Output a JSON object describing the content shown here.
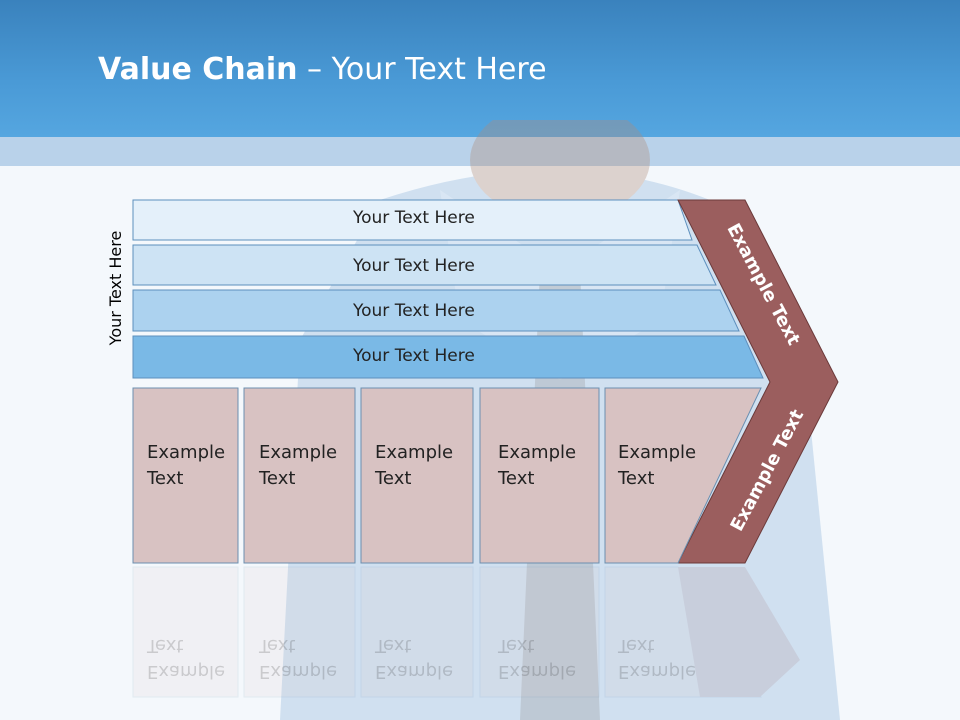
{
  "title": {
    "bold": "Value Chain",
    "rest": " – Your Text Here"
  },
  "side_label": "Your Text Here",
  "bars": [
    {
      "label": "Your Text Here",
      "color": "#e4f0fa"
    },
    {
      "label": "Your Text Here",
      "color": "#cde3f4"
    },
    {
      "label": "Your Text Here",
      "color": "#acd2ef"
    },
    {
      "label": "Your Text Here",
      "color": "#7ab9e6"
    }
  ],
  "boxes": [
    {
      "line1": "Example",
      "line2": "Text"
    },
    {
      "line1": "Example",
      "line2": "Text"
    },
    {
      "line1": "Example",
      "line2": "Text"
    },
    {
      "line1": "Example",
      "line2": "Text"
    },
    {
      "line1": "Example",
      "line2": "Text"
    }
  ],
  "chevron": {
    "upper": "Example Text",
    "lower": "Example Text",
    "color": "#9b5e5e"
  },
  "colors": {
    "box_fill": "#d8c2c2",
    "box_stroke": "#6b8fb0",
    "header": "#4a9ad6"
  }
}
